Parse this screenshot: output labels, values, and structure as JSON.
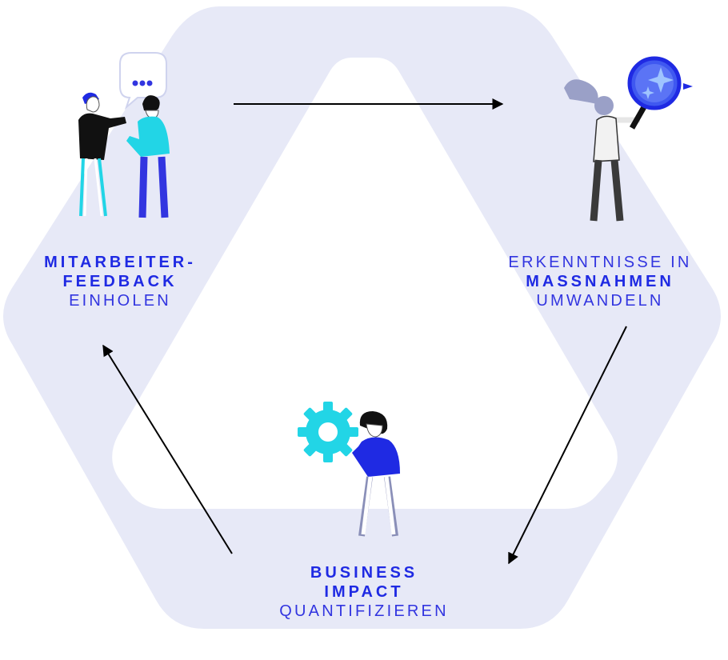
{
  "colors": {
    "ring": "#e7e9f7",
    "accent_blue": "#1f2ae3",
    "text_blue": "#3235e0",
    "cyan": "#22d5e6",
    "dark": "#111111",
    "arrow": "#000000"
  },
  "steps": [
    {
      "id": "feedback",
      "lines": [
        {
          "text": "MITARBEITER-",
          "bold": true
        },
        {
          "text": "FEEDBACK",
          "bold": true
        },
        {
          "text": "EINHOLEN",
          "bold": false
        }
      ],
      "illustration": "two-people-talking-icon"
    },
    {
      "id": "actions",
      "lines": [
        {
          "text": "ERKENNTNISSE IN",
          "bold": false
        },
        {
          "text": "MASSNAHMEN",
          "bold": true
        },
        {
          "text": "UMWANDELN",
          "bold": false
        }
      ],
      "illustration": "person-with-magnifier-icon"
    },
    {
      "id": "impact",
      "lines": [
        {
          "text": "BUSINESS",
          "bold": true
        },
        {
          "text": "IMPACT",
          "bold": true
        },
        {
          "text": "QUANTIFIZIEREN",
          "bold": false
        }
      ],
      "illustration": "person-with-gear-icon"
    }
  ]
}
